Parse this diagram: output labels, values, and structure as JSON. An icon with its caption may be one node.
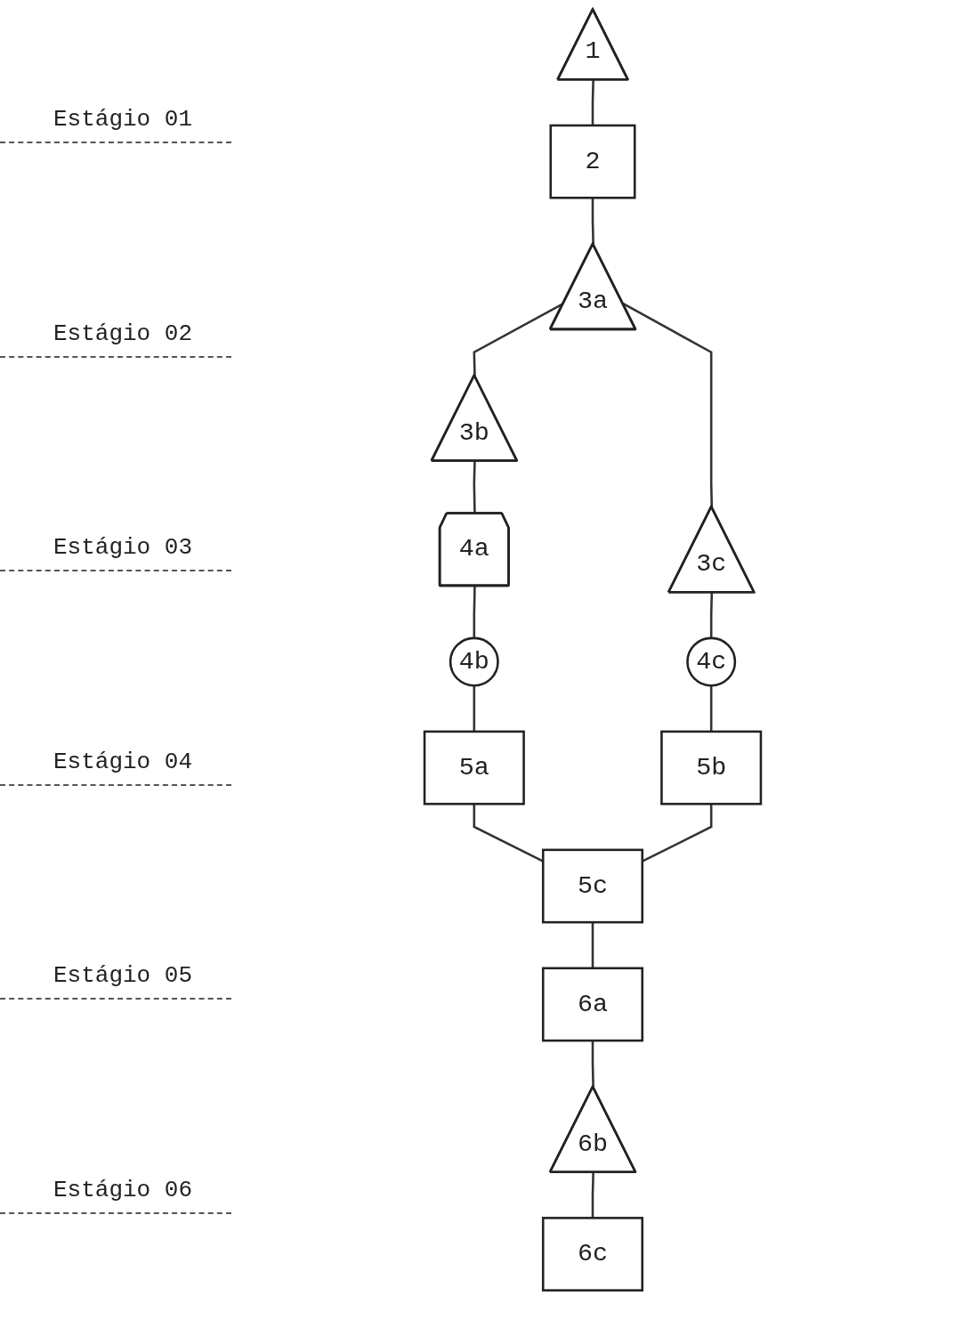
{
  "diagram": {
    "nodes": [
      {
        "text": [
          "1"
        ]
      },
      {
        "text": [
          "2"
        ]
      },
      {
        "text": [
          "3a"
        ]
      },
      {
        "text": [
          "3b"
        ]
      },
      {
        "text": [
          "3c"
        ]
      },
      {
        "text": [
          "4a"
        ]
      },
      {
        "text": [
          "4b"
        ]
      },
      {
        "text": [
          "4c"
        ]
      },
      {
        "text": [
          "5a"
        ]
      },
      {
        "text": [
          "5b"
        ]
      },
      {
        "text": [
          "5c"
        ]
      },
      {
        "text": [
          "6a"
        ]
      },
      {
        "text": [
          "6b"
        ]
      },
      {
        "text": [
          "6c"
        ]
      }
    ],
    "edges": [
      {
        "from": 0,
        "to": 1,
        "arrow": "none"
      },
      {
        "from": 1,
        "to": 2,
        "arrow": "none"
      },
      {
        "from": 2,
        "to": 3,
        "arrow": "none"
      },
      {
        "from": 2,
        "to": 4,
        "arrow": "none"
      },
      {
        "from": 3,
        "to": 5,
        "arrow": "none"
      },
      {
        "from": 5,
        "to": 6,
        "arrow": "none"
      },
      {
        "from": 4,
        "to": 7,
        "arrow": "none"
      },
      {
        "from": 6,
        "to": 8,
        "arrow": "none"
      },
      {
        "from": 7,
        "to": 9,
        "arrow": "none"
      },
      {
        "from": 8,
        "to": 10,
        "arrow": "none"
      },
      {
        "from": 9,
        "to": 10,
        "arrow": "none"
      },
      {
        "from": 10,
        "to": 11,
        "arrow": "none"
      },
      {
        "from": 11,
        "to": 12,
        "arrow": "none"
      },
      {
        "from": 12,
        "to": 13,
        "arrow": "none"
      }
    ],
    "labels": [
      "Estágio 01",
      "Estágio 02",
      "Estágio 03",
      "Estágio 04",
      "Estágio 05",
      "Estágio 06"
    ]
  }
}
